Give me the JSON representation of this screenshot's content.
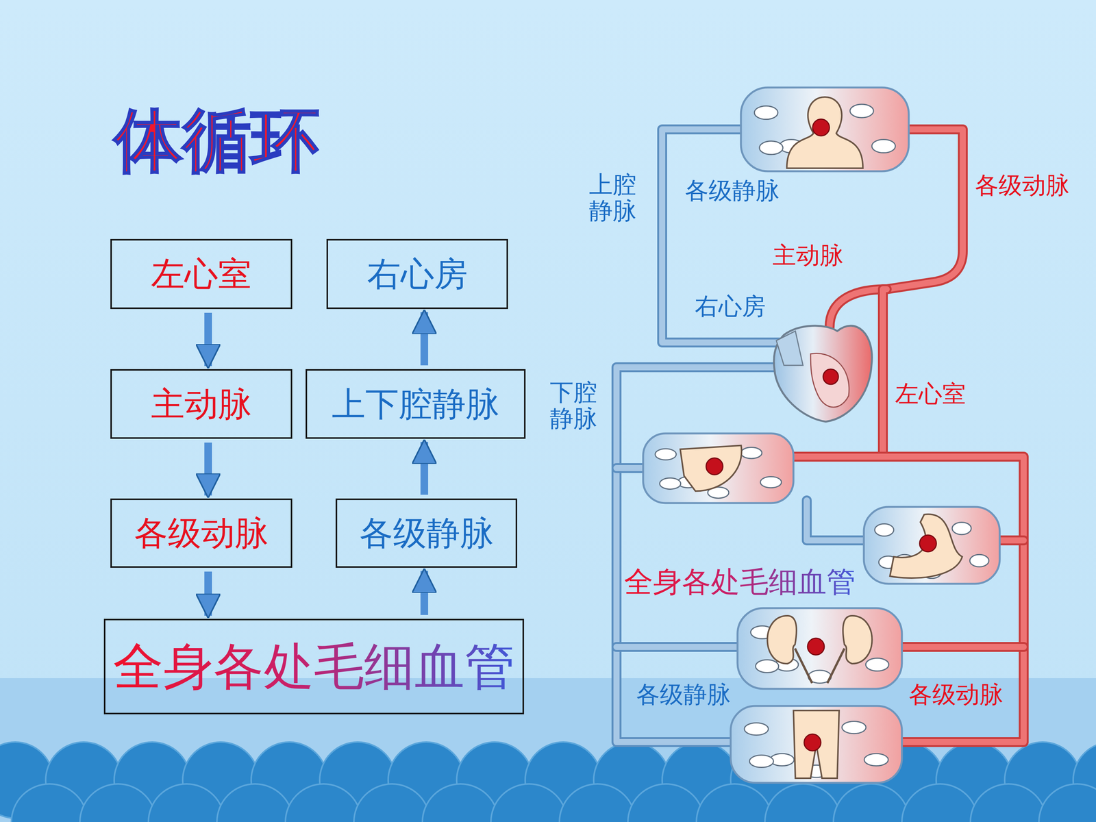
{
  "diagram": {
    "title": "体循环",
    "nodes": [
      {
        "text": [
          "左心室"
        ]
      },
      {
        "text": [
          "右心房"
        ]
      },
      {
        "text": [
          "主动脉"
        ]
      },
      {
        "text": [
          "上下腔静脉"
        ]
      },
      {
        "text": [
          "各级动脉"
        ]
      },
      {
        "text": [
          "各级静脉"
        ]
      },
      {
        "text": [
          "全身各处毛细血管"
        ]
      }
    ],
    "edges": [
      {
        "from": 0,
        "to": 2,
        "arrow": "to"
      },
      {
        "from": 2,
        "to": 4,
        "arrow": "to"
      },
      {
        "from": 4,
        "to": 6,
        "arrow": "to"
      },
      {
        "from": 6,
        "to": 5,
        "arrow": "to"
      },
      {
        "from": 5,
        "to": 3,
        "arrow": "to"
      },
      {
        "from": 3,
        "to": 1,
        "arrow": "to"
      }
    ],
    "labels": [
      "上腔静脉",
      "各级静脉",
      "各级动脉",
      "主动脉",
      "右心房",
      "左心室",
      "下腔静脉",
      "全身各处毛细血管",
      "各级静脉",
      "各级动脉"
    ]
  }
}
